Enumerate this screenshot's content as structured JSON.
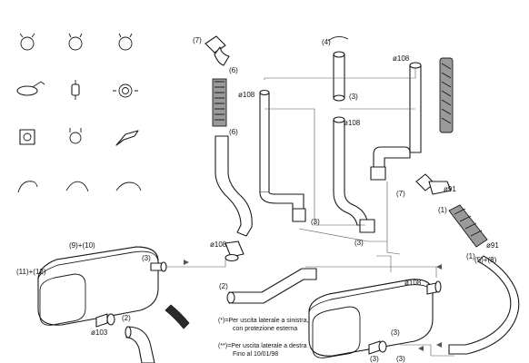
{
  "labels": {
    "clamp_7_top": "(7)",
    "gasket_6_a": "(6)",
    "gasket_6_b": "(6)",
    "dia_108_left": "ø108",
    "dia_108_mid": "ø108",
    "dia_108_top": "ø108",
    "dia_108_front": "ø108",
    "dia_108_rear": "ø108",
    "dia_103": "ø103",
    "dia_91_a": "ø91",
    "dia_91_b": "ø91",
    "part_4": "(4)",
    "part_3_a": "(3)",
    "part_3_b": "(3)",
    "part_3_c": "(3)",
    "part_3_d": "(3)",
    "part_3_e": "(3)",
    "part_3_f": "(3)",
    "part_3_g": "(3)",
    "part_2_a": "(2)",
    "part_2_b": "(2)",
    "part_1_a": "(1)",
    "part_1_b": "(1)",
    "part_7_right": "(7)",
    "part_9_10": "(9)+(10)",
    "part_11_12": "(11)+(12)",
    "part_5_8": "(5)+(8)"
  },
  "notes": {
    "left_line1": "(*)=Per uscita laterale a sinistra,",
    "left_line2": "con protezione esterna",
    "right_line1": "(**)=Per uscita laterale a destra",
    "right_line2": "Fino al 10/01/98"
  }
}
